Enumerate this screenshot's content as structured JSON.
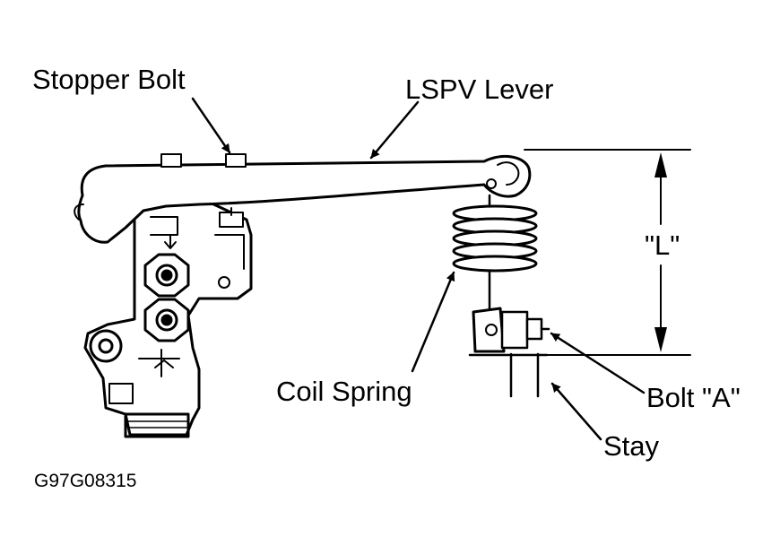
{
  "labels": {
    "stopper_bolt": "Stopper Bolt",
    "lspv_lever": "LSPV Lever",
    "dimension_l": "\"L\"",
    "coil_spring": "Coil Spring",
    "bolt_a": "Bolt \"A\"",
    "stay": "Stay"
  },
  "figure_id": "G97G08315",
  "colors": {
    "ink": "#000000",
    "paper": "#ffffff"
  }
}
